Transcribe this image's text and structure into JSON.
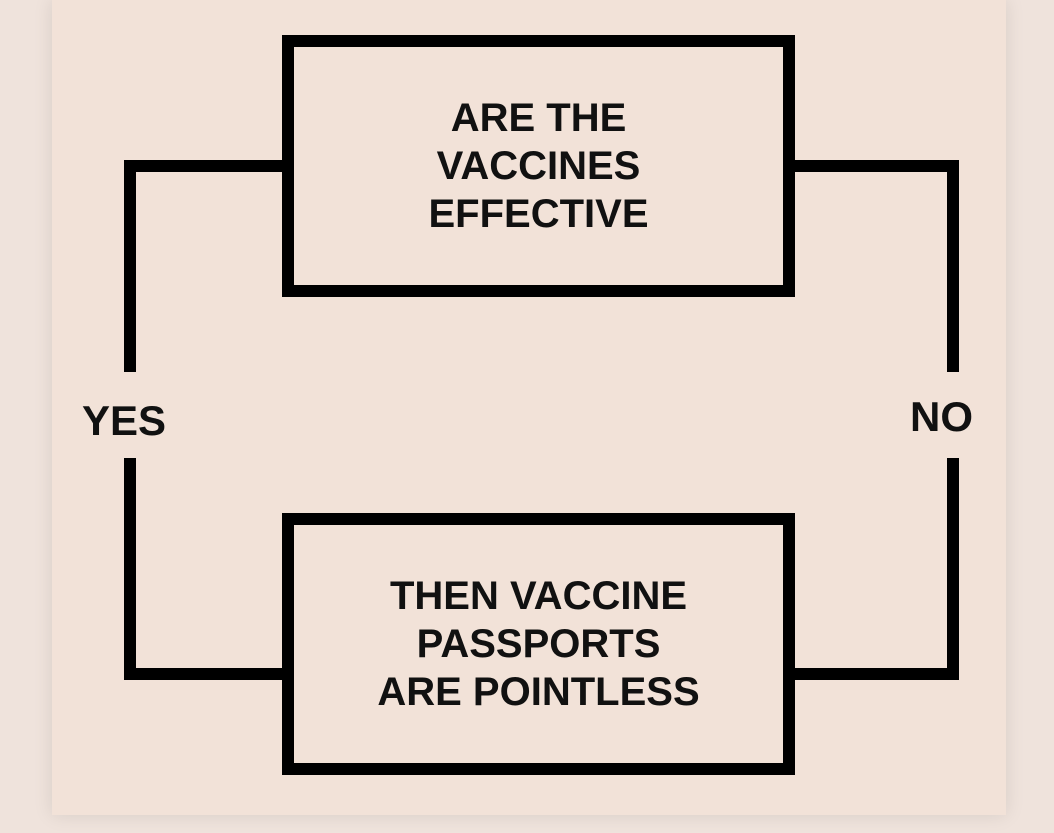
{
  "diagram": {
    "top_box": {
      "lines": [
        "ARE THE",
        "VACCINES",
        "EFFECTIVE"
      ]
    },
    "bottom_box": {
      "lines": [
        "THEN VACCINE",
        "PASSPORTS",
        "ARE POINTLESS"
      ]
    },
    "left_label": "YES",
    "right_label": "NO"
  },
  "colors": {
    "background": "#f2e2d8",
    "ink": "#000000"
  }
}
